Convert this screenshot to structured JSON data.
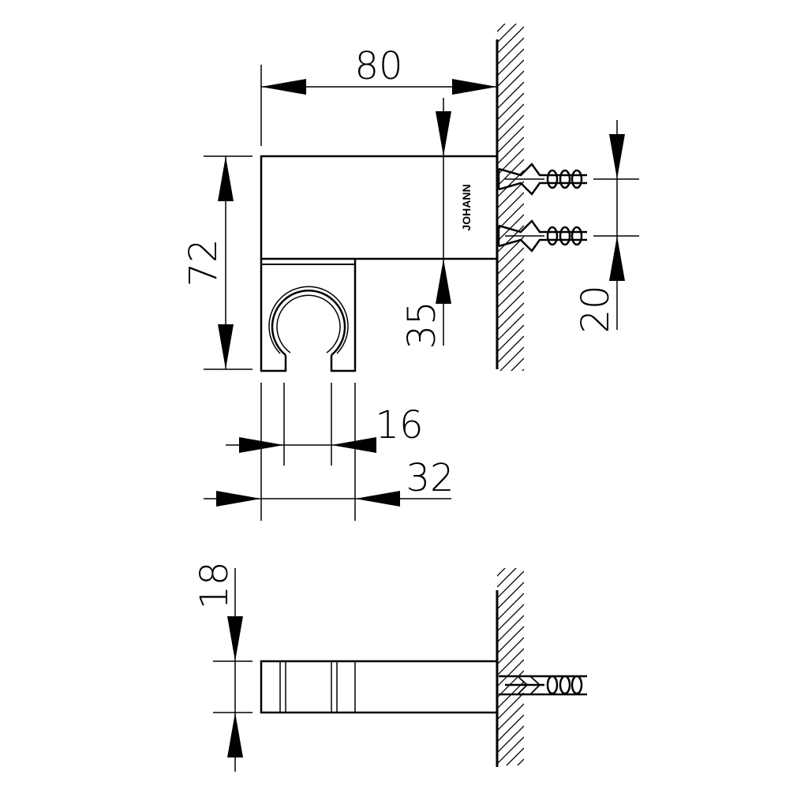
{
  "brand_label": "JOHANN",
  "dimensions": {
    "overall_depth": "80",
    "overall_height": "72",
    "outlet_height": "35",
    "anchor_spacing": "20",
    "opening_width": "16",
    "overall_width": "32",
    "thickness": "18"
  },
  "colors": {
    "line": "#000000",
    "background": "#ffffff"
  }
}
